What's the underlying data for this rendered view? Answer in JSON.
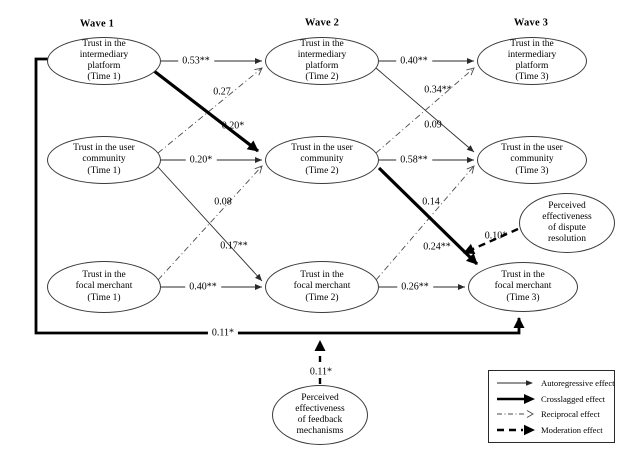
{
  "waves": {
    "w1": "Wave 1",
    "w2": "Wave 2",
    "w3": "Wave 3"
  },
  "nodes": {
    "platform_t1": {
      "label": "Trust in the\nintermediary\nplatform\n(Time 1)"
    },
    "platform_t2": {
      "label": "Trust in the\nintermediary\nplatform\n(Time 2)"
    },
    "platform_t3": {
      "label": "Trust in the\nintermediary\nplatform\n(Time 3)"
    },
    "community_t1": {
      "label": "Trust in the user\ncommunity\n(Time 1)"
    },
    "community_t2": {
      "label": "Trust in the user\ncommunity\n(Time 2)"
    },
    "community_t3": {
      "label": "Trust in the user\ncommunity\n(Time 3)"
    },
    "merchant_t1": {
      "label": "Trust in the\nfocal merchant\n(Time 1)"
    },
    "merchant_t2": {
      "label": "Trust in the\nfocal merchant\n(Time 2)"
    },
    "merchant_t3": {
      "label": "Trust in the\nfocal merchant\n(Time 3)"
    },
    "dispute": {
      "label": "Perceived\neffectiveness\nof dispute\nresolution"
    },
    "feedback": {
      "label": "Perceived\neffectiveness\nof feedback\nmechanisms"
    }
  },
  "coefficients": {
    "auto_p1_p2": "0.53**",
    "recip_c1_p2": "0.27",
    "cross_p1_c2": "0.20*",
    "auto_c1_c2": "0.20*",
    "recip_m1_c2": "0.08",
    "cross_c1_m2": "0.17**",
    "auto_m1_m2": "0.40**",
    "auto_p2_p3": "0.40**",
    "recip_c2_p3": "0.34**",
    "cross_p2_c3": "0.09",
    "auto_c2_c3": "0.58**",
    "recip_m2_c3": "0.14",
    "cross_c2_m3": "0.24**",
    "mod_dispute": "0.10*",
    "auto_m2_m3": "0.26**",
    "cross_p1_m3": "0.11*",
    "mod_feedback": "0.11*"
  },
  "legend": {
    "items": [
      {
        "label": "Autoregressive effect"
      },
      {
        "label": "Crosslagged effect"
      },
      {
        "label": "Reciprocal effect"
      },
      {
        "label": "Moderation effect"
      }
    ]
  },
  "colors": {
    "line": "#000000",
    "thin_line": "#2a2a2a",
    "reciprocal_line": "#4a4a4a",
    "background": "#ffffff"
  }
}
